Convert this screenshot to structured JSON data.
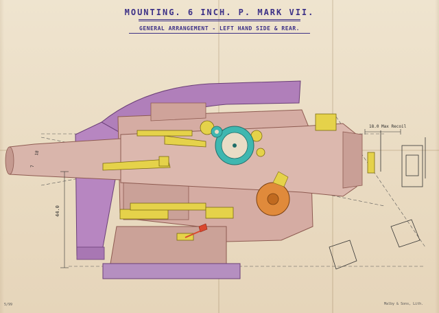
{
  "title": "MOUNTING. 6 INCH. P. MARK VII.",
  "subtitle": "GENERAL ARRANGEMENT - LEFT HAND SIDE & REAR.",
  "dimensions": {
    "recoil": "18.0 Max Recoil",
    "height": "44.0",
    "elev_1": "7",
    "elev_2": "18"
  },
  "corner_mark": "5/99",
  "printer_imprint": "Malby & Sons, Lith.",
  "colors": {
    "ink": "#3b2f86",
    "gun_body": "#d7b1a6",
    "gun_outline": "#8d5a50",
    "shield": "#b07fba",
    "brass": "#e5d24a",
    "teal": "#3fb7b0",
    "orange": "#e08a3b",
    "red": "#d9482f"
  }
}
